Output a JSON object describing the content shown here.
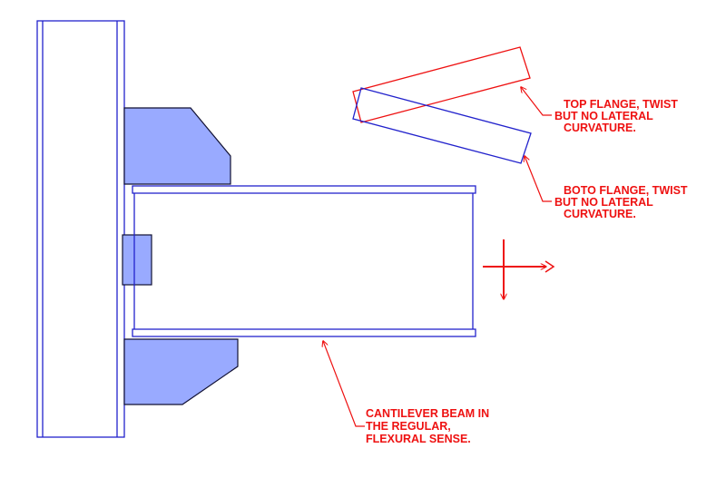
{
  "colors": {
    "structure": "#2222cc",
    "highlight": "#ee1111",
    "fill": "#99aaff",
    "block_stroke": "#111133",
    "background": "#ffffff"
  },
  "labels": {
    "top_flange": [
      "TOP FLANGE, TWIST",
      "BUT NO LATERAL",
      "CURVATURE."
    ],
    "bottom_flange": [
      "BOTO FLANGE, TWIST",
      "BUT NO LATERAL",
      "CURVATURE."
    ],
    "cantilever": [
      "CANTILEVER BEAM IN",
      "THE REGULAR,",
      "FLEXURAL SENSE."
    ]
  }
}
